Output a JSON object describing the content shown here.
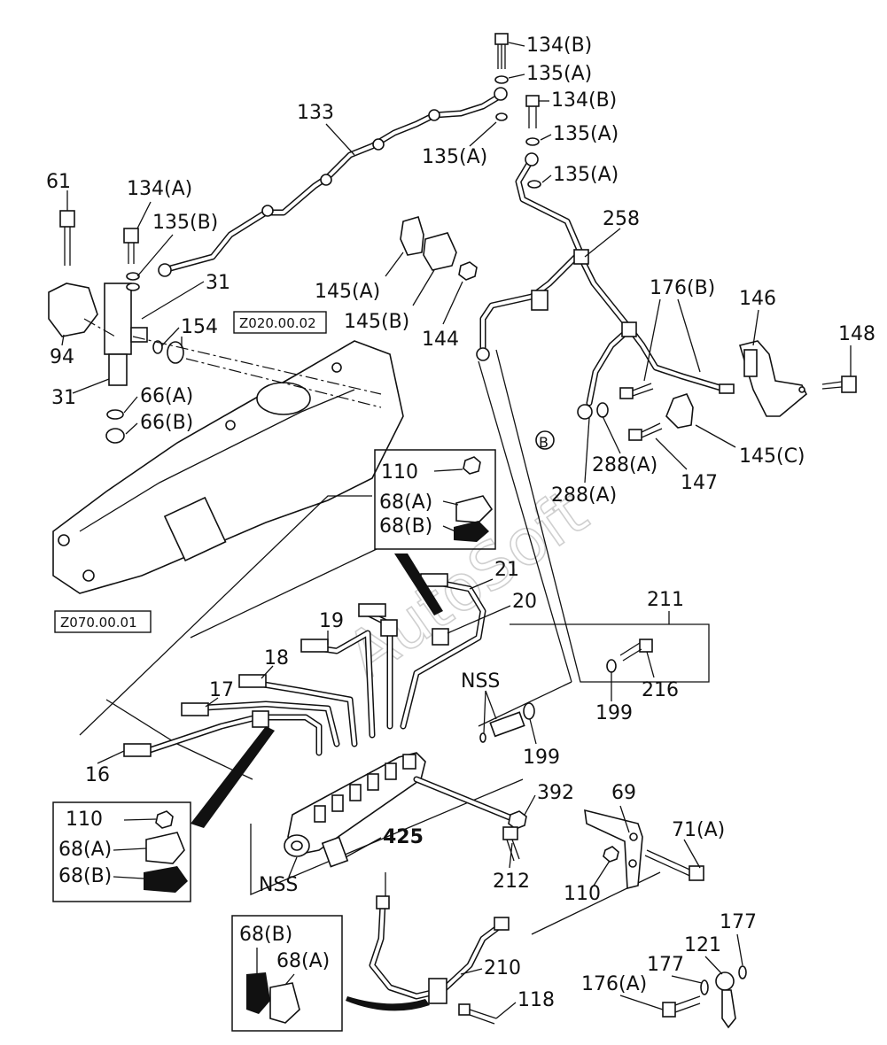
{
  "watermark": "AutoSoft",
  "refs": {
    "z020": "Z020.00.02",
    "z070": "Z070.00.01"
  },
  "callouts": {
    "c134b_1": "134(B)",
    "c135a_1": "135(A)",
    "c133": "133",
    "c135a_2": "135(A)",
    "c134b_2": "134(B)",
    "c135a_3": "135(A)",
    "c135a_4": "135(A)",
    "c61": "61",
    "c134a": "134(A)",
    "c135b": "135(B)",
    "c31a": "31",
    "c154": "154",
    "c94": "94",
    "c31b": "31",
    "c66a": "66(A)",
    "c66b": "66(B)",
    "c145a": "145(A)",
    "c145b": "145(B)",
    "c144": "144",
    "c258": "258",
    "c176b": "176(B)",
    "c146": "146",
    "c148": "148",
    "c288a_1": "288(A)",
    "c288a_2": "288(A)",
    "cB": "B",
    "c145c": "145(C)",
    "c147": "147",
    "c110_box1": "110",
    "c68a_box1": "68(A)",
    "c68b_box1": "68(B)",
    "c21": "21",
    "c20": "20",
    "c19": "19",
    "c18": "18",
    "c17": "17",
    "c16": "16",
    "c211": "211",
    "c216": "216",
    "c199_1": "199",
    "cNSS_1": "NSS",
    "c199_2": "199",
    "c110_box2": "110",
    "c68a_box2": "68(A)",
    "c68b_box2": "68(B)",
    "c425": "425",
    "cNSS_2": "NSS",
    "c392": "392",
    "c212": "212",
    "c69": "69",
    "c71a": "71(A)",
    "c110": "110",
    "c177_1": "177",
    "c121": "121",
    "c177_2": "177",
    "c176a": "176(A)",
    "c68b_box3": "68(B)",
    "c68a_box3": "68(A)",
    "c210": "210",
    "c118": "118"
  }
}
